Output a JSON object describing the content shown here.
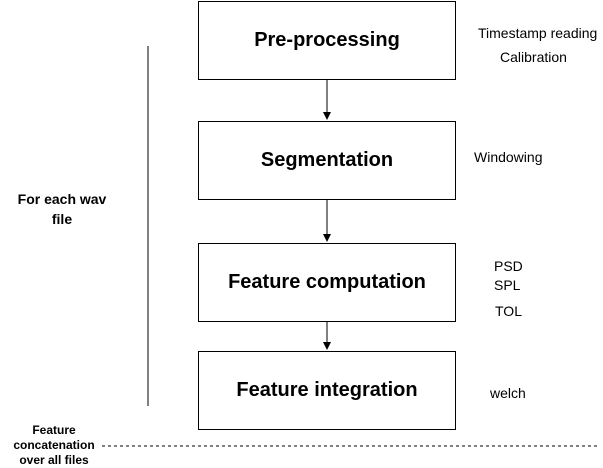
{
  "steps": [
    {
      "label": "Pre-processing"
    },
    {
      "label": "Segmentation"
    },
    {
      "label": "Feature computation"
    },
    {
      "label": "Feature integration"
    }
  ],
  "notes": {
    "preprocessing": [
      "Timestamp reading",
      "Calibration"
    ],
    "segmentation": [
      "Windowing"
    ],
    "computation": [
      "PSD",
      "SPL",
      "TOL"
    ],
    "integration": [
      "welch"
    ]
  },
  "side_label": {
    "line1": "For each wav",
    "line2": "file"
  },
  "bottom_label": {
    "line1": "Feature",
    "line2": "concatenation",
    "line3": "over all files"
  },
  "colors": {
    "stroke": "#000000",
    "background": "#ffffff"
  }
}
